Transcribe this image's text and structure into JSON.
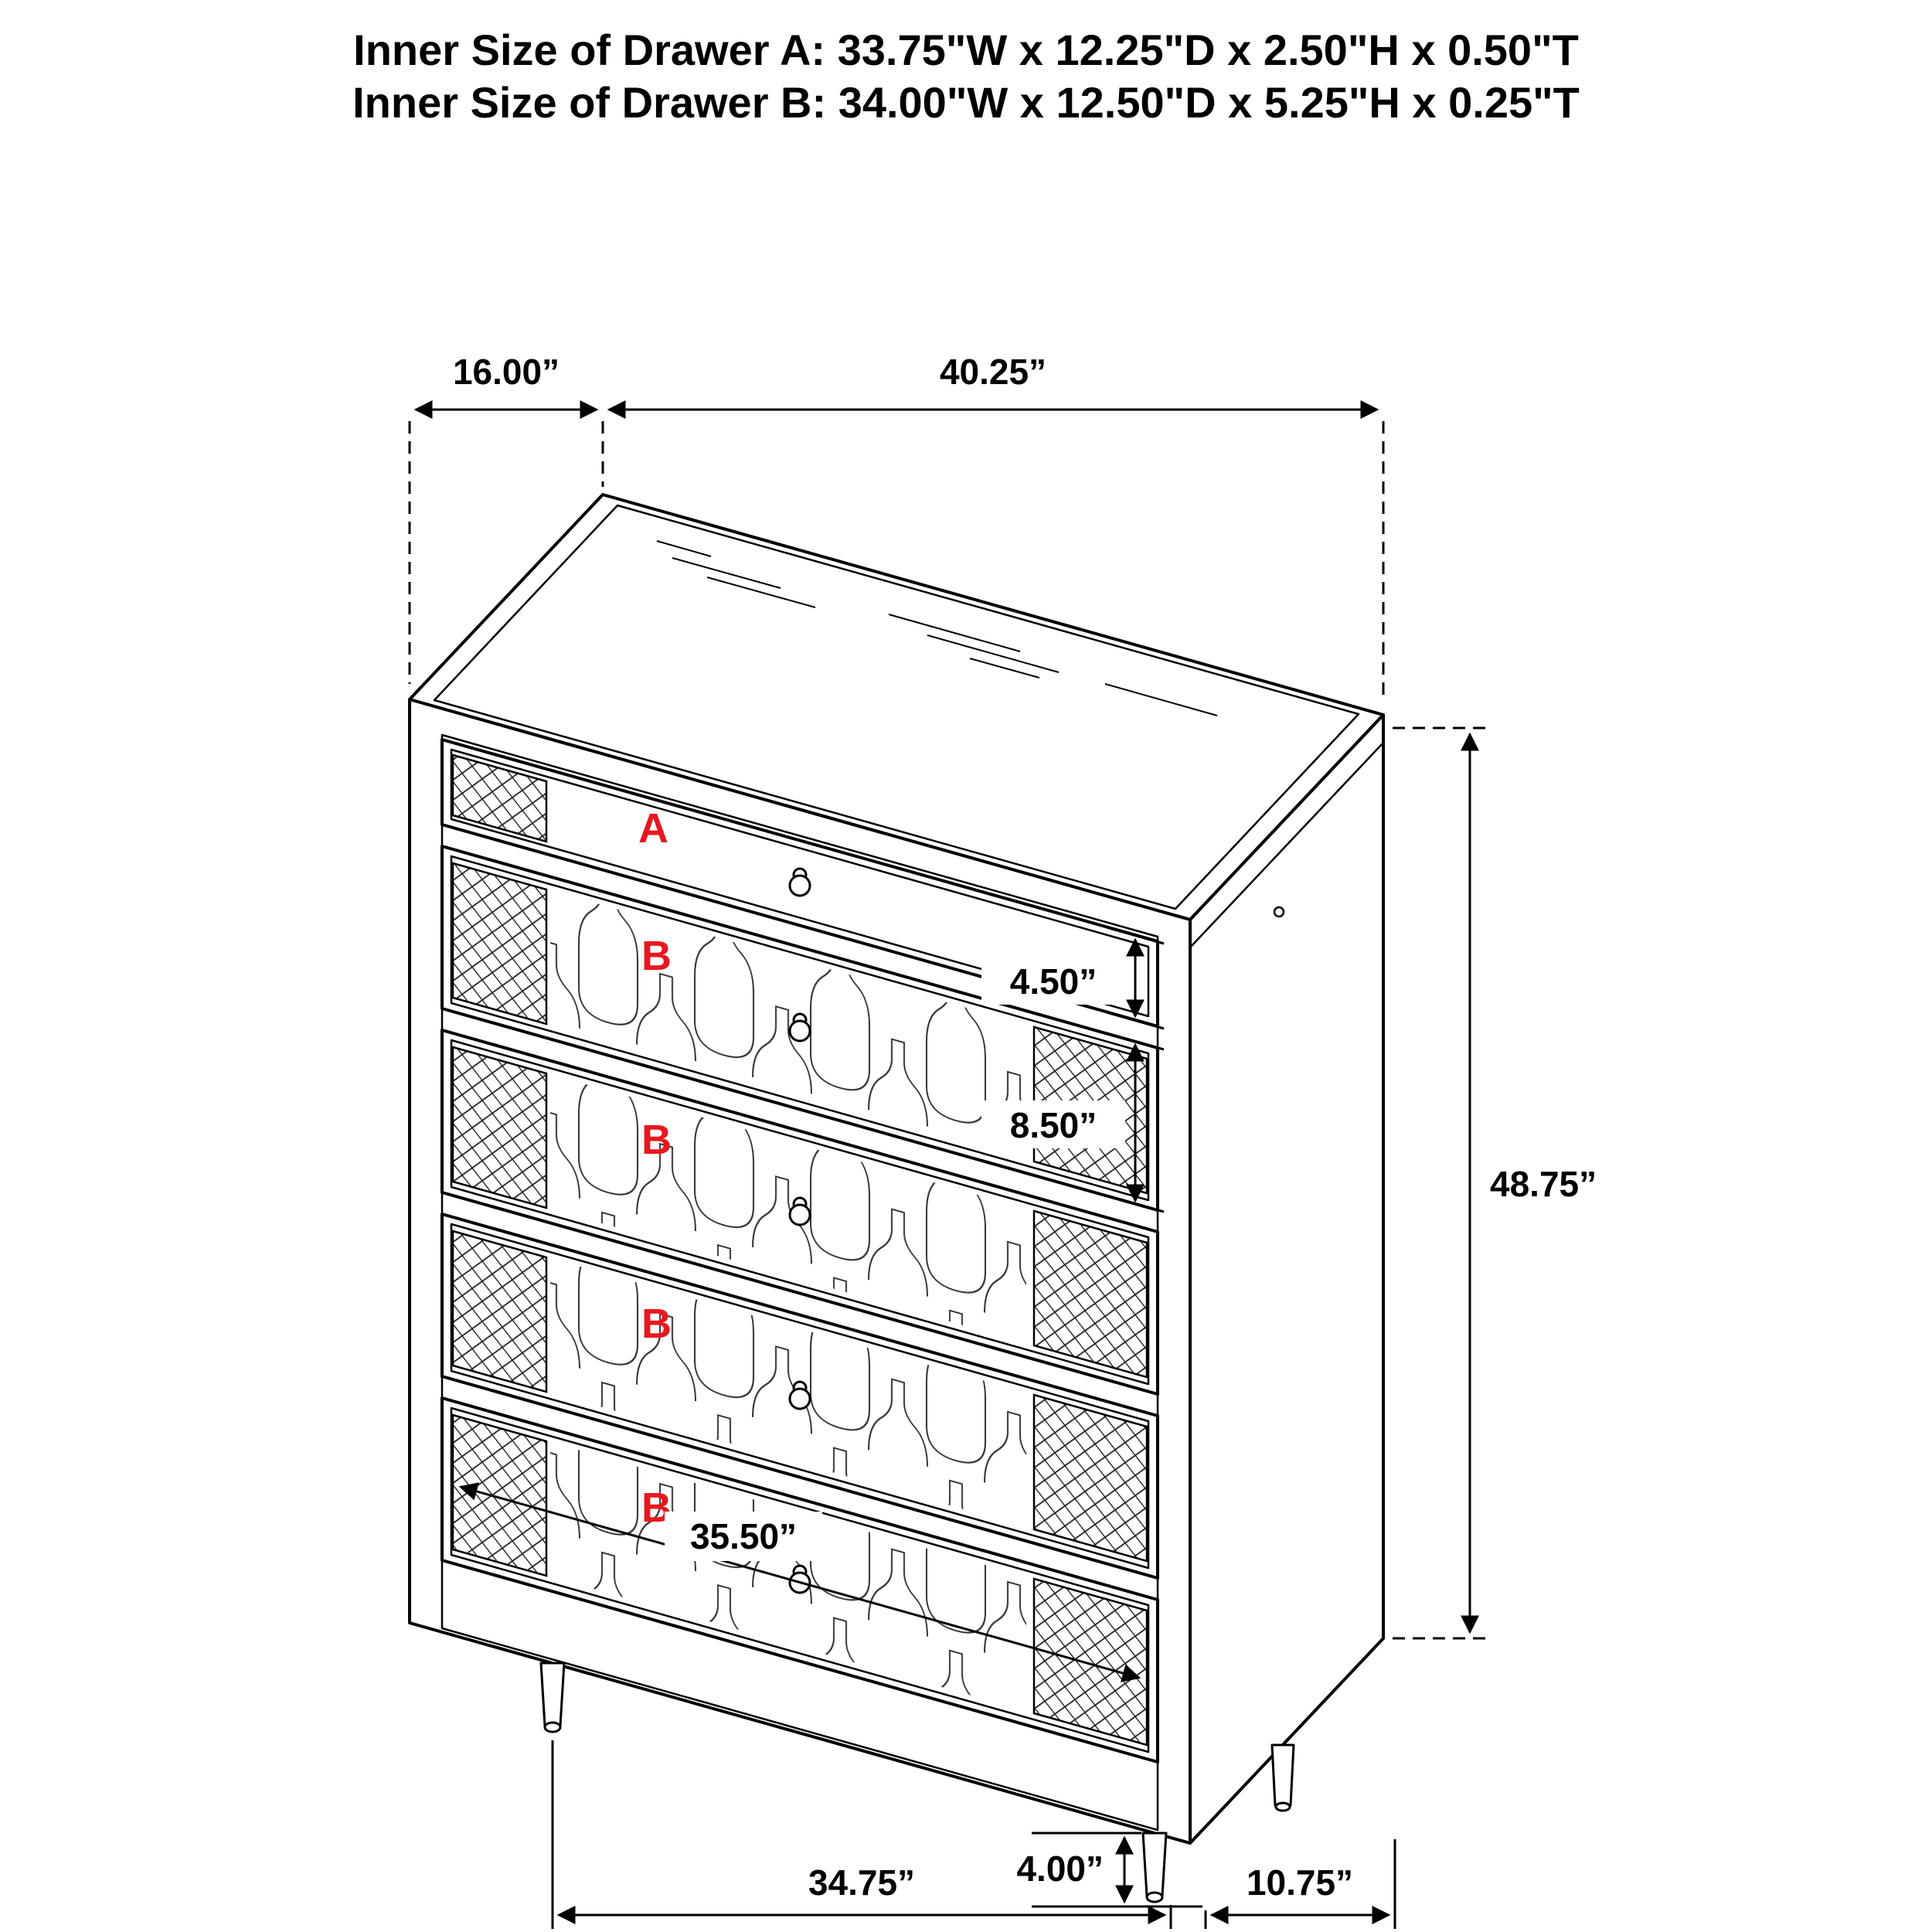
{
  "header": {
    "line1": "Inner Size of Drawer A: 33.75\"W x 12.25\"D x 2.50\"H x 0.50\"T",
    "line2": "Inner Size of Drawer B: 34.00\"W x 12.50\"D x 5.25\"H x 0.25\"T"
  },
  "dimensions": {
    "top_depth": "16.00”",
    "top_width": "40.25”",
    "overall_height": "48.75”",
    "drawer_a_height": "4.50”",
    "drawer_b_height": "8.50”",
    "inner_width": "35.50”",
    "leg_height": "4.00”",
    "front_leg_span": "34.75”",
    "side_leg_span": "10.75”"
  },
  "drawers": [
    {
      "label": "A"
    },
    {
      "label": "B"
    },
    {
      "label": "B"
    },
    {
      "label": "B"
    },
    {
      "label": "B"
    }
  ],
  "colors": {
    "line": "#000000",
    "drawer_label": "#e8171f",
    "background": "#ffffff"
  }
}
